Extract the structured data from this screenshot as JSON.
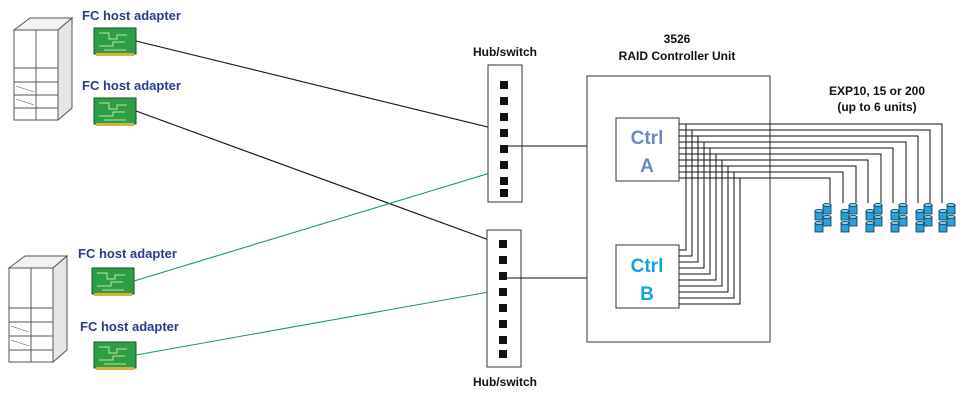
{
  "labels": {
    "adapter_1": "FC host adapter",
    "adapter_2": "FC host adapter",
    "adapter_3": "FC host adapter",
    "adapter_4": "FC host adapter",
    "hub_top": "Hub/switch",
    "hub_bottom": "Hub/switch",
    "controller_unit_model": "3526",
    "controller_unit_name": "RAID Controller Unit",
    "expansion_line1": "EXP10, 15 or 200",
    "expansion_line2": "(up to 6 units)",
    "ctrl_a_line1": "Ctrl",
    "ctrl_a_line2": "A",
    "ctrl_b_line1": "Ctrl",
    "ctrl_b_line2": "B"
  },
  "colors": {
    "adapter_label": "#2a3a8c",
    "ctrl_a": "#6b87c8",
    "ctrl_b": "#12a3e0",
    "green_link": "#1a9a50",
    "adapter_card": "#2e9e46",
    "disk": "#2aa0d8"
  },
  "icons": {
    "server": "server-tower-icon",
    "adapter": "fc-host-adapter-card-icon",
    "disk": "disk-drive-icon"
  },
  "expansion_units": 6
}
